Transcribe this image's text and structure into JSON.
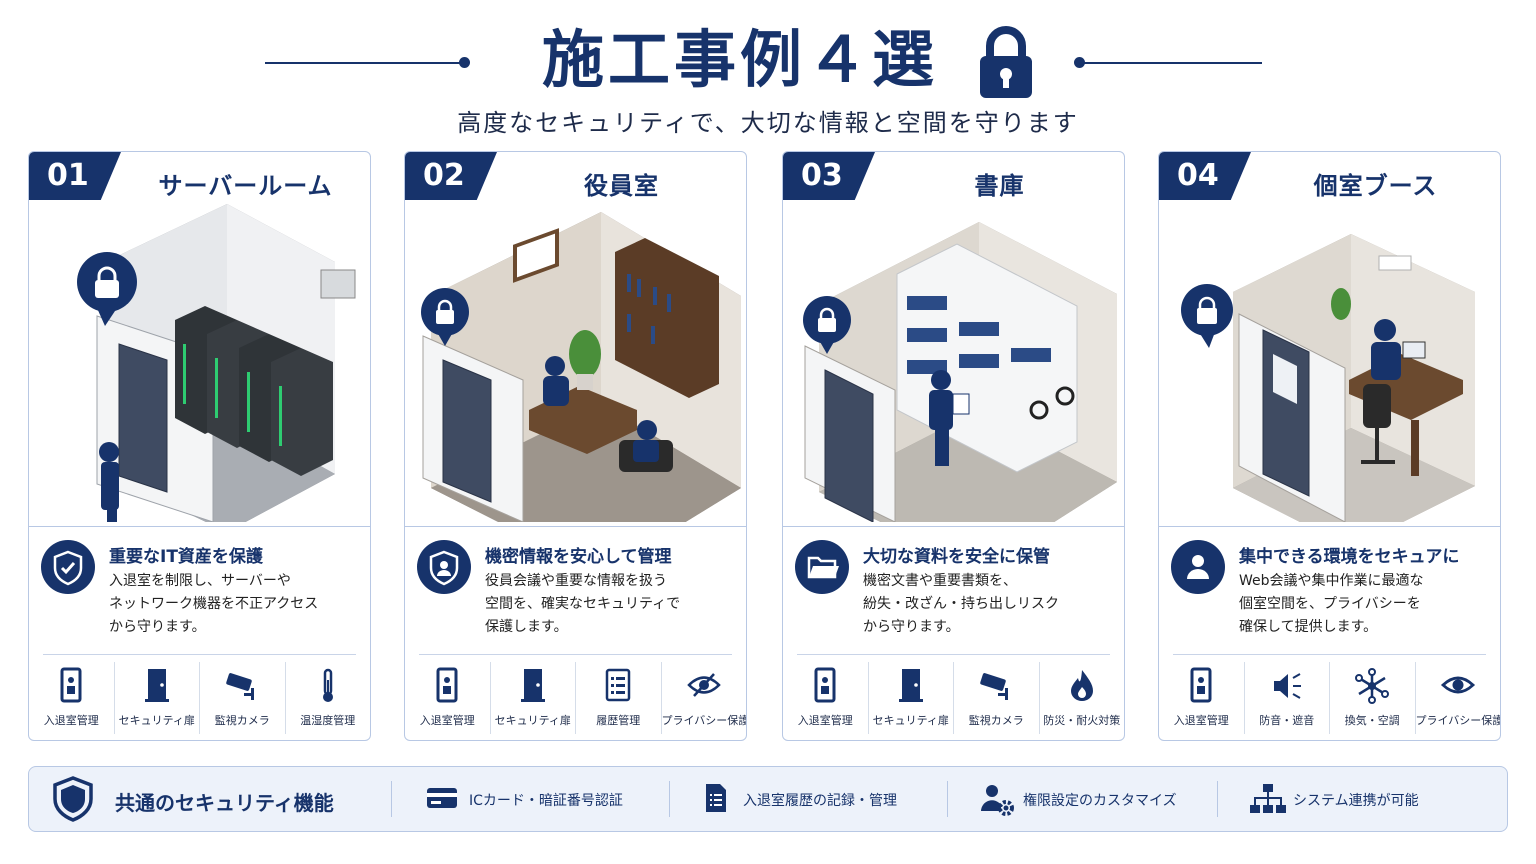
{
  "header": {
    "title": "施工事例４選",
    "subtitle": "高度なセキュリティで、大切な情報と空間を守ります"
  },
  "colors": {
    "navy": "#17336b",
    "border": "#b8c8e4",
    "panel": "#edf2fa"
  },
  "cards": [
    {
      "number": "01",
      "title": "サーバールーム",
      "feature_icon": "shield-check-icon",
      "feature_title": "重要なIT資産を保護",
      "desc": [
        "入退室を制限し、サーバーや",
        "ネットワーク機器を不正アクセス",
        "から守ります。"
      ],
      "icons": [
        {
          "icon": "keypad-icon",
          "label": "入退室管理"
        },
        {
          "icon": "door-icon",
          "label": "セキュリティ扉"
        },
        {
          "icon": "camera-icon",
          "label": "監視カメラ"
        },
        {
          "icon": "thermometer-icon",
          "label": "温湿度管理"
        }
      ]
    },
    {
      "number": "02",
      "title": "役員室",
      "feature_icon": "shield-user-icon",
      "feature_title": "機密情報を安心して管理",
      "desc": [
        "役員会議や重要な情報を扱う",
        "空間を、確実なセキュリティで",
        "保護します。"
      ],
      "icons": [
        {
          "icon": "keypad-icon",
          "label": "入退室管理"
        },
        {
          "icon": "door-icon",
          "label": "セキュリティ扉"
        },
        {
          "icon": "list-icon",
          "label": "履歴管理"
        },
        {
          "icon": "eye-slash-icon",
          "label": "プライバシー保護"
        }
      ]
    },
    {
      "number": "03",
      "title": "書庫",
      "feature_icon": "folder-icon",
      "feature_title": "大切な資料を安全に保管",
      "desc": [
        "機密文書や重要書類を、",
        "紛失・改ざん・持ち出しリスク",
        "から守ります。"
      ],
      "icons": [
        {
          "icon": "keypad-icon",
          "label": "入退室管理"
        },
        {
          "icon": "door-icon",
          "label": "セキュリティ扉"
        },
        {
          "icon": "camera-icon",
          "label": "監視カメラ"
        },
        {
          "icon": "fire-icon",
          "label": "防災・耐火対策"
        }
      ]
    },
    {
      "number": "04",
      "title": "個室ブース",
      "feature_icon": "user-icon",
      "feature_title": "集中できる環境をセキュアに",
      "desc": [
        "Web会議や集中作業に最適な",
        "個室空間を、プライバシーを",
        "確保して提供します。"
      ],
      "icons": [
        {
          "icon": "keypad-icon",
          "label": "入退室管理"
        },
        {
          "icon": "speaker-icon",
          "label": "防音・遮音"
        },
        {
          "icon": "ventilation-icon",
          "label": "換気・空調"
        },
        {
          "icon": "eye-icon",
          "label": "プライバシー保護"
        }
      ]
    }
  ],
  "bottom": {
    "title": "共通のセキュリティ機能",
    "items": [
      {
        "icon": "ic-card-icon",
        "label": "ICカード・暗証番号認証"
      },
      {
        "icon": "document-list-icon",
        "label": "入退室履歴の記録・管理"
      },
      {
        "icon": "user-gear-icon",
        "label": "権限設定のカスタマイズ"
      },
      {
        "icon": "network-icon",
        "label": "システム連携が可能"
      }
    ]
  }
}
